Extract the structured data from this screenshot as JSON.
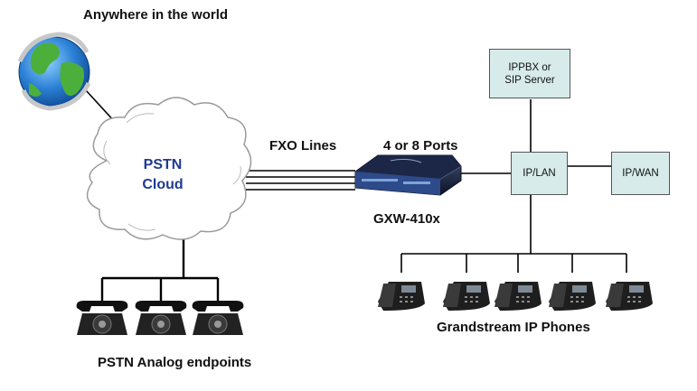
{
  "labels": {
    "world": "Anywhere in the world",
    "fxo": "FXO Lines",
    "ports": "4 or 8 Ports",
    "device": "GXW-410x",
    "ip_phones": "Grandstream IP Phones",
    "analog": "PSTN Analog endpoints"
  },
  "cloud": {
    "line1": "PSTN",
    "line2": "Cloud"
  },
  "boxes": {
    "ippbx_line1": "IPPBX or",
    "ippbx_line2": "SIP Server",
    "iplan": "IP/LAN",
    "ipwan": "IP/WAN"
  },
  "colors": {
    "box_fill": "#d7ecea",
    "cloud_text": "#1f3a93",
    "globe_ocean": "#2a7fd4",
    "globe_land": "#4caf3c"
  },
  "icons": {
    "globe": "globe-icon",
    "cloud": "cloud-icon",
    "gateway": "gateway-device-icon",
    "ip_phone": "ip-phone-icon",
    "analog_phone": "rotary-phone-icon"
  }
}
